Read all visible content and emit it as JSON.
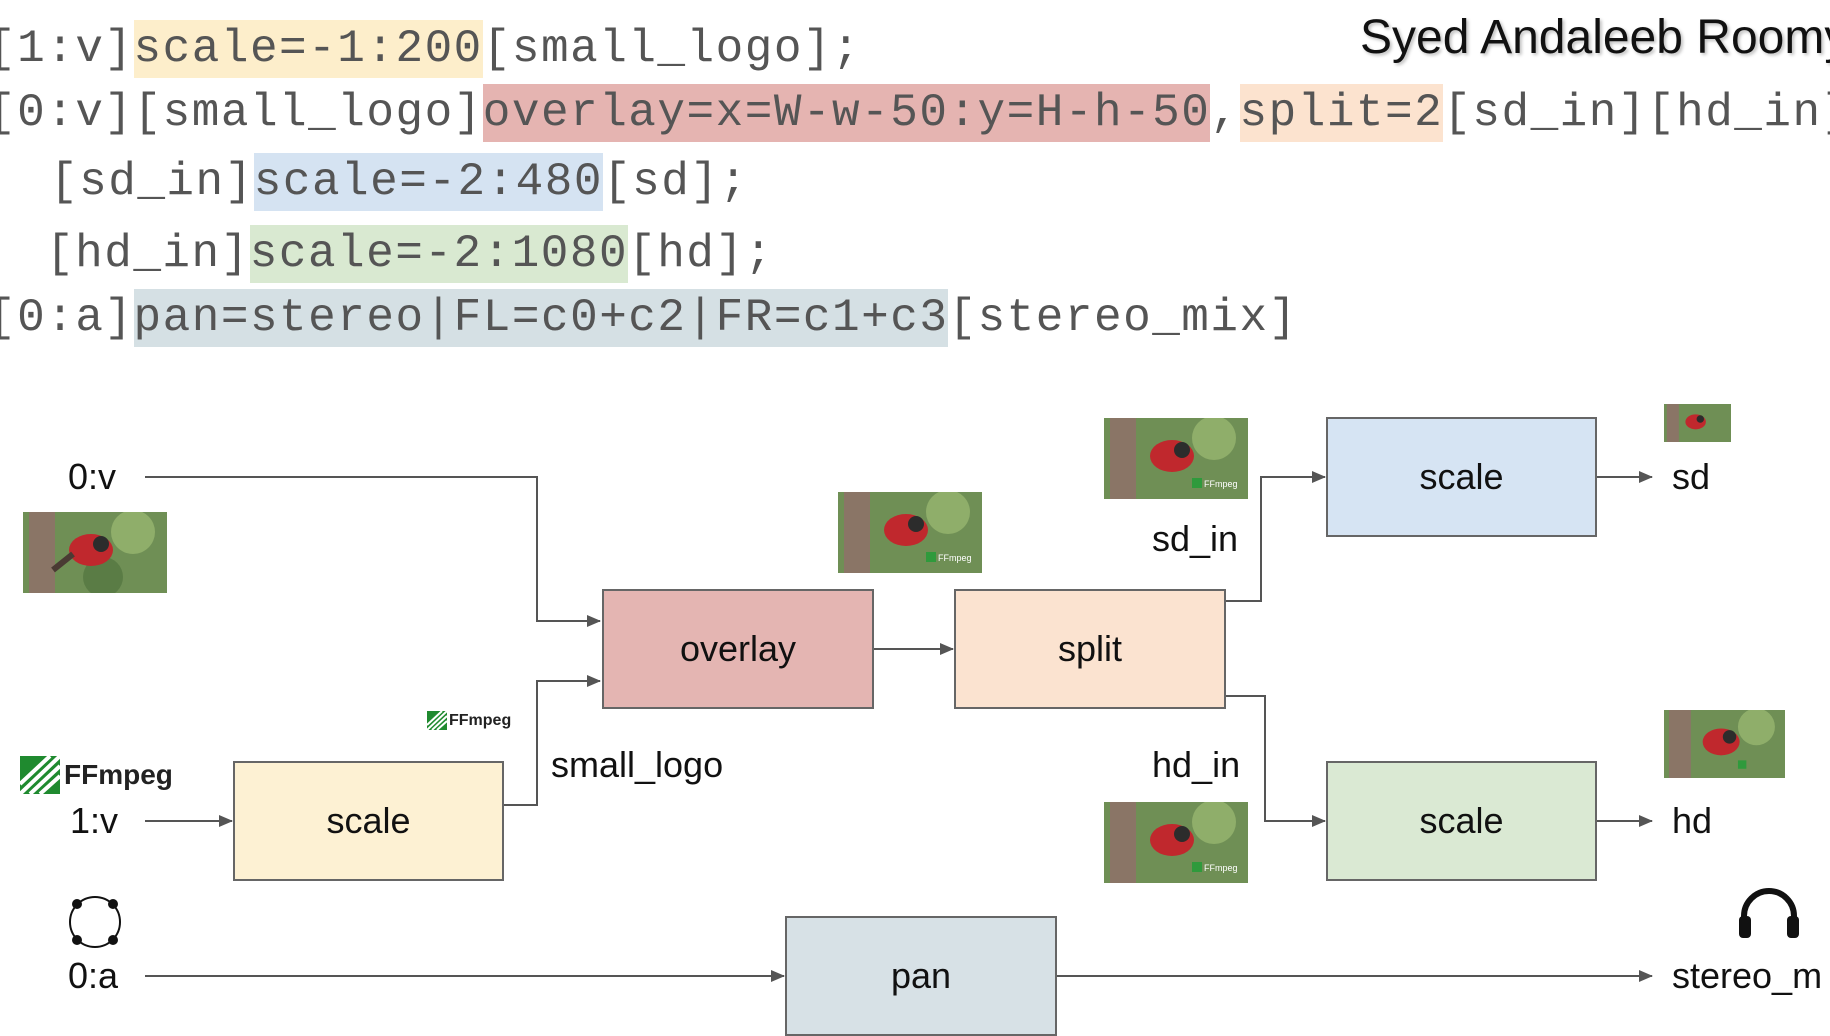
{
  "author": "Syed Andaleeb Roomy",
  "code": {
    "line1": {
      "prefix": "[1:v]",
      "filter": "scale=-1:200",
      "suffix": "[small_logo];"
    },
    "line2": {
      "prefix": "[0:v][small_logo]",
      "filter1": "overlay=x=W-w-50:y=H-h-50",
      "sep": ",",
      "filter2": "split=2",
      "suffix": "[sd_in][hd_in];"
    },
    "line3": {
      "prefix": "[sd_in]",
      "filter": "scale=-2:480",
      "suffix": "[sd];"
    },
    "line4": {
      "prefix": "[hd_in]",
      "filter": "scale=-2:1080",
      "suffix": "[hd];"
    },
    "line5": {
      "prefix": "[0:a]",
      "filter": "pan=stereo|FL=c0+c2|FR=c1+c3",
      "suffix": "[stereo_mix]"
    }
  },
  "diagram": {
    "inputs": {
      "video0": "0:v",
      "video1": "1:v",
      "audio0": "0:a"
    },
    "nodes": {
      "scale_logo": "scale",
      "overlay": "overlay",
      "split": "split",
      "scale_sd": "scale",
      "scale_hd": "scale",
      "pan": "pan"
    },
    "edge_labels": {
      "small_logo": "small_logo",
      "sd_in": "sd_in",
      "hd_in": "hd_in"
    },
    "outputs": {
      "sd": "sd",
      "hd": "hd",
      "stereo_mix": "stereo_m"
    },
    "logo_text": "FFmpeg",
    "colors": {
      "scale_logo": "#fdf1d3",
      "overlay": "#e4b5b2",
      "split": "#fbe3d0",
      "scale_sd": "#d6e4f3",
      "scale_hd": "#dae9d3",
      "pan": "#d7e1e6"
    }
  }
}
